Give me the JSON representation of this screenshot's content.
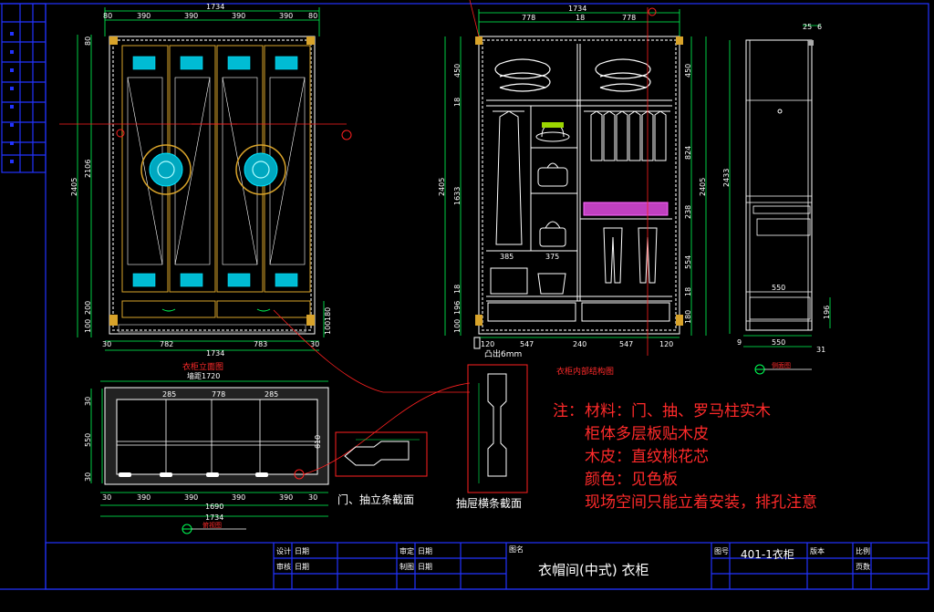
{
  "drawing": {
    "title": "衣帽间(中式) 衣柜",
    "number": "401-1衣柜"
  },
  "views": {
    "front_caption": "衣柜立面图",
    "front_subcaption": "墙距1720",
    "interior_caption": "衣柜内部结构图",
    "side_caption": "侧面图",
    "plan_caption": "俯视图",
    "door_section_caption": "门、抽立条截面",
    "drawer_section_caption": "抽屉横条截面",
    "bump_label": "凸出6mm"
  },
  "dims": {
    "front_top": [
      "80",
      "390",
      "390",
      "390",
      "390",
      "80"
    ],
    "front_total": "1734",
    "front_bottom": [
      "30",
      "782",
      "783",
      "30"
    ],
    "front_left": [
      "80",
      "2106",
      "100",
      "200"
    ],
    "front_left_total": "2405",
    "front_right": [
      "100",
      "180"
    ],
    "interior_top": [
      "778",
      "18",
      "778"
    ],
    "interior_total": "1734",
    "interior_left": [
      "450",
      "18",
      "1633",
      "18",
      "196",
      "100"
    ],
    "interior_left_total": "2405",
    "interior_inner": [
      "385",
      "375"
    ],
    "interior_right": [
      "450",
      "824",
      "238",
      "554",
      "18",
      "180"
    ],
    "interior_bottom": [
      "120",
      "547",
      "240",
      "547",
      "120"
    ],
    "side_top": [
      "25",
      "6"
    ],
    "side_total": "2433",
    "side_inner": [
      "550"
    ],
    "side_bottom": [
      "9",
      "550",
      "31"
    ],
    "side_right": [
      "196"
    ],
    "plan_top": [
      "285",
      "778",
      "285"
    ],
    "plan_bottom": [
      "30",
      "390",
      "390",
      "390",
      "390",
      "30"
    ],
    "plan_total_inner": "1690",
    "plan_total": "1734",
    "plan_left": [
      "30",
      "550",
      "30"
    ],
    "plan_right": [
      "610"
    ]
  },
  "notes": {
    "prefix": "注：",
    "lines": [
      "材料：门、抽、罗马柱实木",
      "柜体多层板贴木皮",
      "木皮：直纹桃花芯",
      "颜色：见色板",
      "现场空间只能立着安装，排孔注意"
    ]
  },
  "title_block": {
    "cells": [
      "设计",
      "日期",
      "审核",
      "日期",
      "审定",
      "日期",
      "制图",
      "日期",
      "图名",
      "图号",
      "版本",
      "比例",
      "页数"
    ]
  },
  "colors": {
    "frame": "#2233ff",
    "dimension": "#00ff55",
    "section_red": "#ff2020",
    "note_red": "#ff2a2a",
    "cyan": "#00e5ff",
    "magenta": "#ff33ff",
    "gold": "#d8a32a"
  }
}
